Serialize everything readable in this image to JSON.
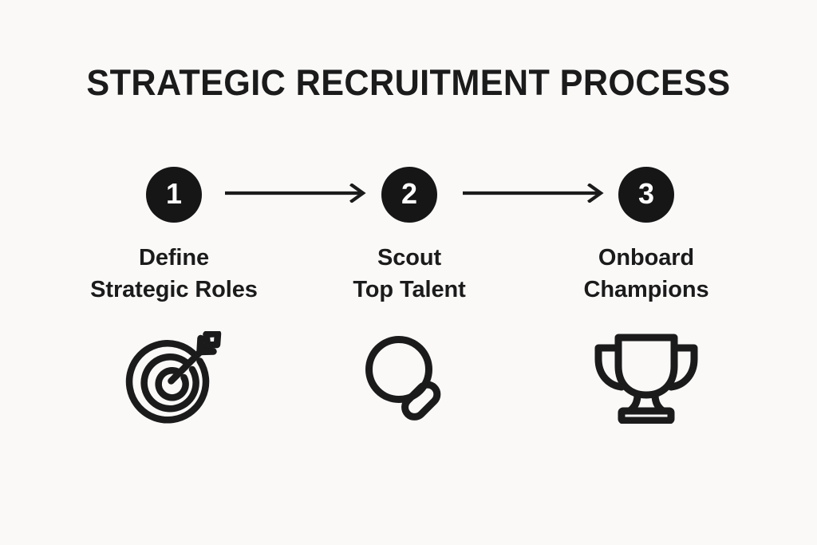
{
  "page": {
    "title": "STRATEGIC RECRUITMENT PROCESS",
    "background_color": "#faf9f8",
    "ink_color": "#1b1b1b",
    "badge_fill": "#161616",
    "badge_text_color": "#ffffff"
  },
  "steps": [
    {
      "number": "1",
      "label_line1": "Define",
      "label_line2": "Strategic Roles",
      "icon": "target-arrow-icon"
    },
    {
      "number": "2",
      "label_line1": "Scout",
      "label_line2": "Top Talent",
      "icon": "magnifying-glass-icon"
    },
    {
      "number": "3",
      "label_line1": "Onboard",
      "label_line2": "Champions",
      "icon": "trophy-icon"
    }
  ],
  "connectors": [
    {
      "name": "arrow-right-icon"
    },
    {
      "name": "arrow-right-icon"
    }
  ]
}
